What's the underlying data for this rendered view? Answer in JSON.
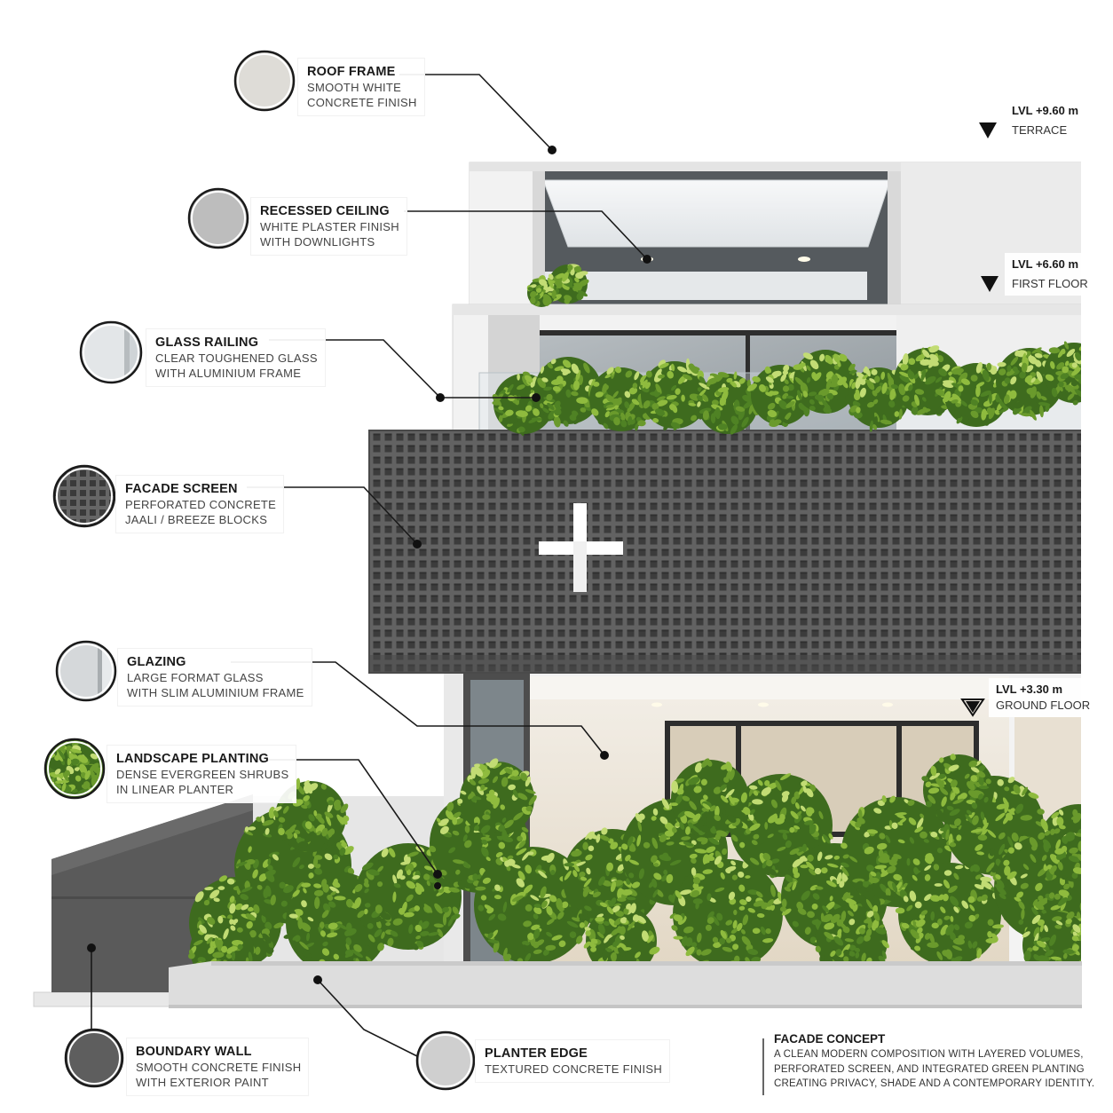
{
  "callouts": {
    "roof_frame": {
      "title": "ROOF FRAME",
      "line1": "SMOOTH WHITE",
      "line2": "CONCRETE FINISH"
    },
    "recessed_ceiling": {
      "title": "RECESSED CEILING",
      "line1": "WHITE PLASTER FINISH",
      "line2": "WITH DOWNLIGHTS"
    },
    "glass_railing": {
      "title": "GLASS RAILING",
      "line1": "CLEAR TOUGHENED GLASS",
      "line2": "WITH ALUMINIUM FRAME"
    },
    "facade_screen": {
      "title": "FACADE SCREEN",
      "line1": "PERFORATED CONCRETE",
      "line2": "JAALI / BREEZE BLOCKS"
    },
    "glazing": {
      "title": "GLAZING",
      "line1": "LARGE FORMAT GLASS",
      "line2": "WITH SLIM ALUMINIUM FRAME"
    },
    "landscape_planting": {
      "title": "LANDSCAPE PLANTING",
      "line1": "DENSE EVERGREEN SHRUBS",
      "line2": "IN LINEAR PLANTER"
    },
    "boundary_wall": {
      "title": "BOUNDARY WALL",
      "line1": "SMOOTH CONCRETE FINISH",
      "line2": "WITH EXTERIOR PAINT"
    },
    "planter_edge": {
      "title": "PLANTER EDGE",
      "line1": "TEXTURED CONCRETE FINISH"
    }
  },
  "levels": {
    "terrace": {
      "value": "LVL +9.60 m",
      "name": "TERRACE"
    },
    "first_floor": {
      "value": "LVL +6.60 m",
      "name": "FIRST FLOOR"
    },
    "ground_floor": {
      "value": "LVL +3.30 m",
      "name": "GROUND FLOOR"
    }
  },
  "concept": {
    "title": "FACADE CONCEPT",
    "line1": "A CLEAN MODERN COMPOSITION WITH LAYERED VOLUMES,",
    "line2": "PERFORATED SCREEN, AND INTEGRATED GREEN PLANTING",
    "line3": "CREATING PRIVACY, SHADE AND A CONTEMPORARY IDENTITY."
  },
  "colors": {
    "screen": "#5c5c5c",
    "screen_holes": "#3a3a3a",
    "wall_white": "#eeeeee",
    "boundary_wall": "#595959",
    "planter": "#dcdcdc",
    "foliage_dark": "#3e6b1e",
    "foliage_mid": "#6a9a2c",
    "foliage_light": "#c2dc74",
    "glass": "#9aa3a8",
    "interior_warm": "#e6dccb"
  }
}
